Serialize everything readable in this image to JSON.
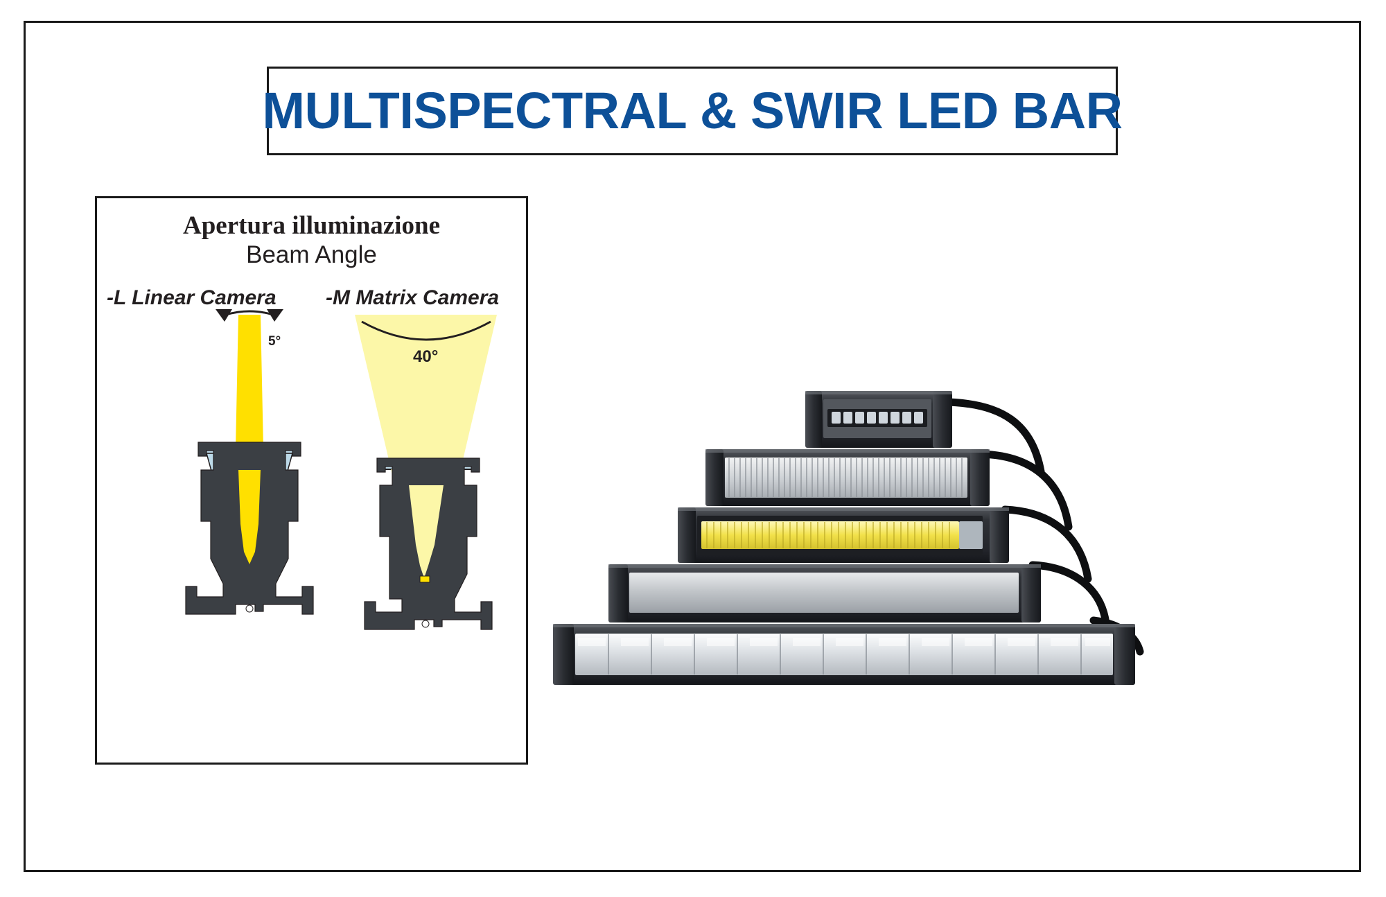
{
  "slide": {
    "background_color": "#ffffff",
    "border_color": "#1a1a1a"
  },
  "header": {
    "title": "MULTISPECTRAL & SWIR LED BAR",
    "title_color": "#0d5098",
    "box_border_color": "#1a1a1a"
  },
  "diagram": {
    "heading_it": "Apertura illuminazione",
    "heading_en": "Beam Angle",
    "left_label": "-L Linear Camera",
    "right_label": "-M Matrix Camera",
    "left_angle": "5°",
    "right_angle": "40°",
    "beam_color_narrow": "#ffe000",
    "beam_color_wide": "#fcf7a8",
    "lens_color": "#bcd9e8",
    "housing_color": "#3b3f44",
    "border_color": "#1a1a1a"
  },
  "product_photo": {
    "description": "multispectral-and-swir-led-bar-family-photo",
    "bars": [
      {
        "name": "led-bar-shortest",
        "label": "shortest bar with LED chip array"
      },
      {
        "name": "led-bar-short",
        "label": "short bar with ribbed diffuser"
      },
      {
        "name": "led-bar-medium",
        "label": "medium bar with yellow phosphor LED strip"
      },
      {
        "name": "led-bar-long",
        "label": "long bar with plain diffuser"
      },
      {
        "name": "led-bar-longest",
        "label": "longest bar with clear lens array"
      }
    ],
    "body_color": "#2b2d31",
    "diffuser_color": "#c8ccd0",
    "cable_color": "#111111"
  }
}
